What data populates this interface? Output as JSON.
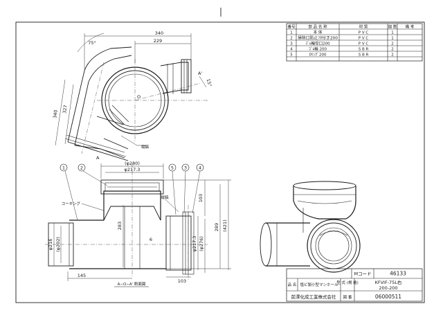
{
  "parts_table": {
    "headers": [
      "番号",
      "部 品 名 称",
      "材 質",
      "個 数",
      "備 考"
    ],
    "rows": [
      {
        "no": "1",
        "name": "本 体",
        "material": "P V C",
        "qty": "1",
        "note": ""
      },
      {
        "no": "2",
        "name": "掃除口防止ﾌﾀ付き200",
        "material": "P V C",
        "qty": "1",
        "note": ""
      },
      {
        "no": "3",
        "name": "ｺﾞﾑ輪受口200",
        "material": "P V C",
        "qty": "2",
        "note": ""
      },
      {
        "no": "4",
        "name": "ｺﾞﾑ輪 200",
        "material": "S B R",
        "qty": "2",
        "note": ""
      },
      {
        "no": "5",
        "name": "0ﾘﾝｸﾞ200",
        "material": "S B R",
        "qty": "2",
        "note": ""
      }
    ]
  },
  "title_block": {
    "mcode_label": "Mコード",
    "mcode_value": "46133",
    "name_label": "品 名",
    "name_value": "塩ビ製小型マンホール",
    "model_label": "型 式\n(規 格)",
    "model_line1": "KFVIF-75L右",
    "model_line2": "200-200",
    "company": "前澤化成工業株式会社",
    "drawing_no_label": "図 番",
    "drawing_no": "06000511"
  },
  "top_view": {
    "dim_340": "340",
    "dim_229": "229",
    "dim_340_v": "340",
    "dim_327": "327",
    "angle_75": "75°",
    "angle_15": "15°",
    "label_O": "O",
    "label_A": "A",
    "label_A2": "A'",
    "label_ribs": "縦縞"
  },
  "front_view": {
    "bubbles": [
      "1",
      "2",
      "5",
      "3",
      "4"
    ],
    "dim_280": "(φ280)",
    "dim_2173_top": "φ217.3",
    "dim_103_top": "103",
    "dim_289": "289",
    "dim_421": "(421)",
    "dim_283": "283",
    "dim_6": "6",
    "dim_216": "φ216",
    "dim_202": "(φ202)",
    "dim_2173_side": "φ217.3",
    "dim_276": "(φ276)",
    "dim_145": "145",
    "dim_103_bottom": "103",
    "label_caulking": "コーキング",
    "label_ribs": "縦縞",
    "section_label": "A−O−A' 断面図"
  }
}
